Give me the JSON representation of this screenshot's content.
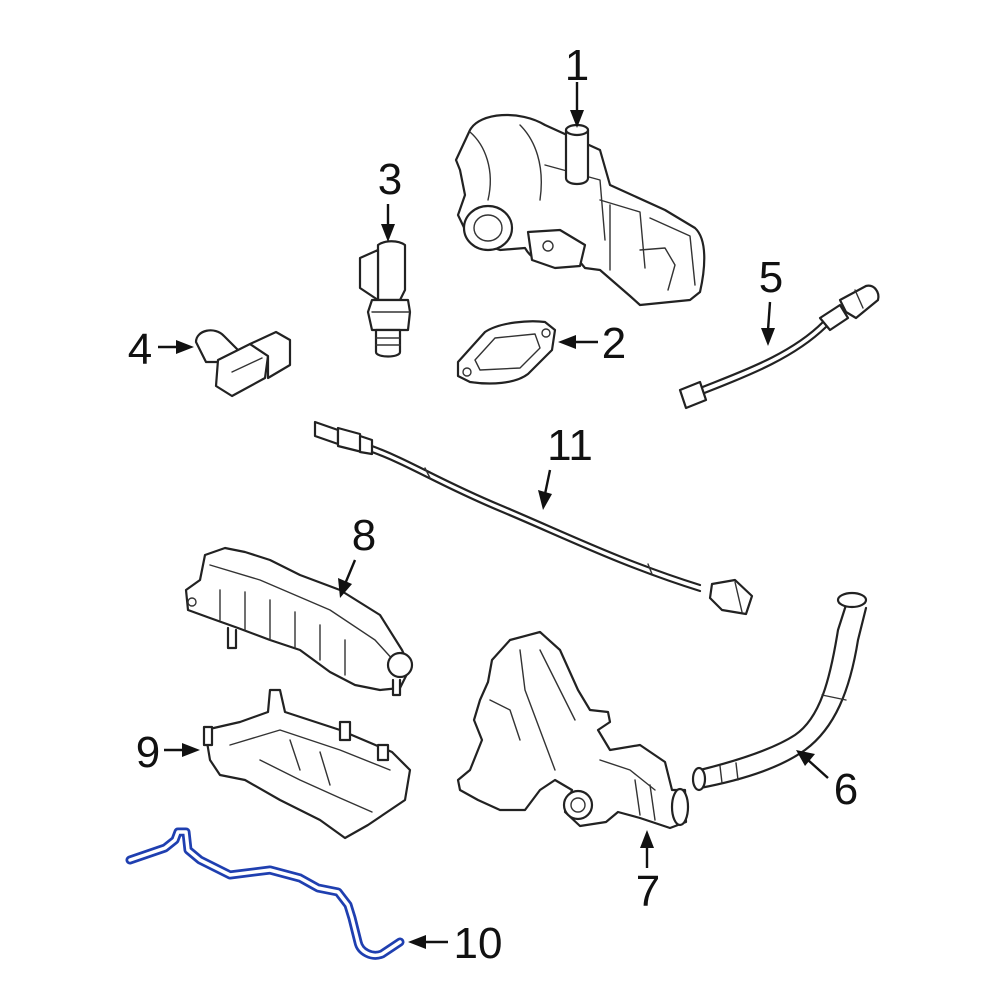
{
  "diagram": {
    "callouts": [
      {
        "id": "1",
        "label": "1"
      },
      {
        "id": "2",
        "label": "2"
      },
      {
        "id": "3",
        "label": "3"
      },
      {
        "id": "4",
        "label": "4"
      },
      {
        "id": "5",
        "label": "5"
      },
      {
        "id": "6",
        "label": "6"
      },
      {
        "id": "7",
        "label": "7"
      },
      {
        "id": "8",
        "label": "8"
      },
      {
        "id": "9",
        "label": "9"
      },
      {
        "id": "10",
        "label": "10"
      },
      {
        "id": "11",
        "label": "11"
      }
    ],
    "highlighted_part": "10",
    "colors": {
      "highlight": "#1f3fb0",
      "line": "#222222",
      "background": "#ffffff"
    }
  }
}
